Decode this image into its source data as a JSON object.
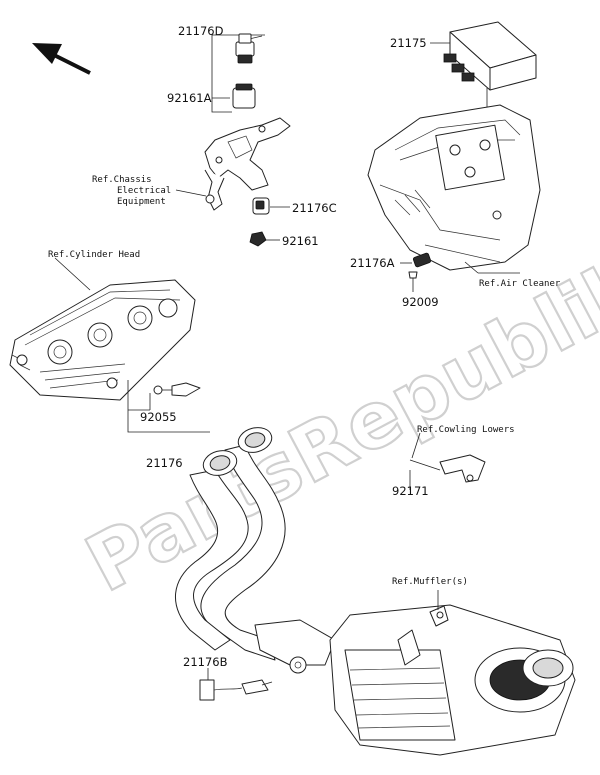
{
  "watermark": "PartsRepublik",
  "part_numbers": {
    "p21176D": "21176D",
    "p92161A": "92161A",
    "p21175": "21175",
    "p21176C": "21176C",
    "p92161": "92161",
    "p21176A": "21176A",
    "p92009": "92009",
    "p92055": "92055",
    "p21176": "21176",
    "p92171": "92171",
    "p21176B": "21176B"
  },
  "references": {
    "chassis_line1": "Ref.Chassis",
    "chassis_line2": "Electrical",
    "chassis_line3": "Equipment",
    "cylinder_head": "Ref.Cylinder Head",
    "air_cleaner": "Ref.Air Cleaner",
    "cowling_lowers": "Ref.Cowling Lowers",
    "mufflers": "Ref.Muffler(s)"
  },
  "icons": {
    "front_arrow": "front-direction-arrow-icon"
  }
}
